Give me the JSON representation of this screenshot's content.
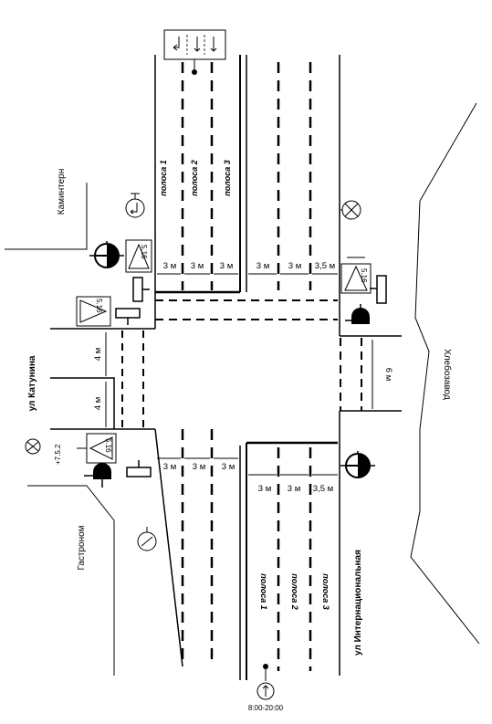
{
  "places": {
    "kamintern": "Каминтерн",
    "gastronom": "Гастроном",
    "hlebozavod": "Хлебозавод"
  },
  "streets": {
    "katunina": "ул Катунина",
    "internatsionalnaya": "ул Интернациональная"
  },
  "lanes": {
    "top": [
      "полоса 1",
      "полоса 2",
      "полоса 3"
    ],
    "bottom": [
      "полоса 1",
      "полоса 2",
      "полоса 3"
    ]
  },
  "dimensions": {
    "top_left": [
      "3 м",
      "3 м",
      "3 м"
    ],
    "top_right": [
      "3 м",
      "3 м",
      "3,5 м"
    ],
    "bottom_left": [
      "3 м",
      "3 м",
      "3 м"
    ],
    "bottom_right": [
      "3 м",
      "3 м",
      "3,5 м"
    ],
    "left_side": [
      "4 м",
      "4 м"
    ],
    "right_side": "6 м"
  },
  "signs": {
    "upper_left_plate": "5.16",
    "left_plate": "5.16",
    "lower_left_plate": "5.16",
    "lower_left_code": "+7.5.2",
    "upper_right_plate": "5.16"
  },
  "time_plate": "8:00-20:00"
}
